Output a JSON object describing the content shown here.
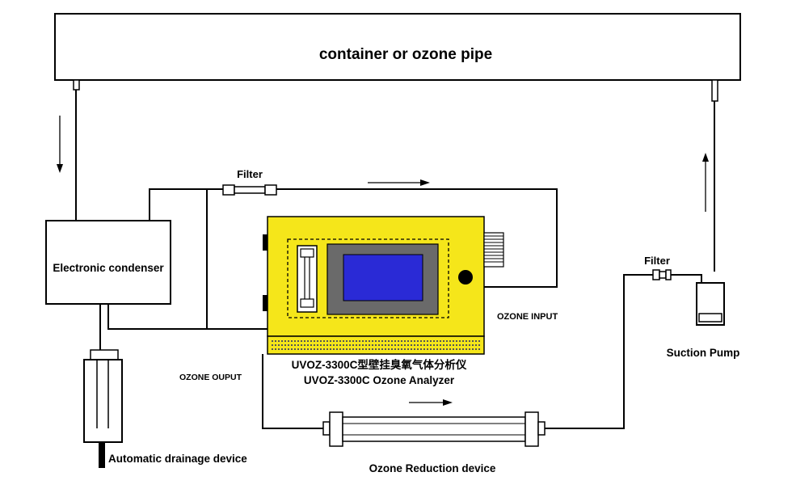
{
  "title": "container or ozone pipe",
  "labels": {
    "filter_left": "Filter",
    "filter_right": "Filter",
    "condenser": "Electronic condenser",
    "ozone_output": "OZONE OUPUT",
    "ozone_input": "OZONE INPUT",
    "suction_pump": "Suction Pump",
    "analyzer_cn": "UVOZ-3300C型壁挂臭氧气体分析仪",
    "analyzer_en": "UVOZ-3300C Ozone Analyzer",
    "drainage": "Automatic drainage device",
    "reduction": "Ozone Reduction device"
  },
  "colors": {
    "analyzer_body": "#f5e61a",
    "screen": "#2a2ad6",
    "screen_frame": "#6a6a6a",
    "line": "#000000"
  },
  "icons": {
    "flow_arrow": "arrow-icon",
    "knob": "knob-icon"
  }
}
